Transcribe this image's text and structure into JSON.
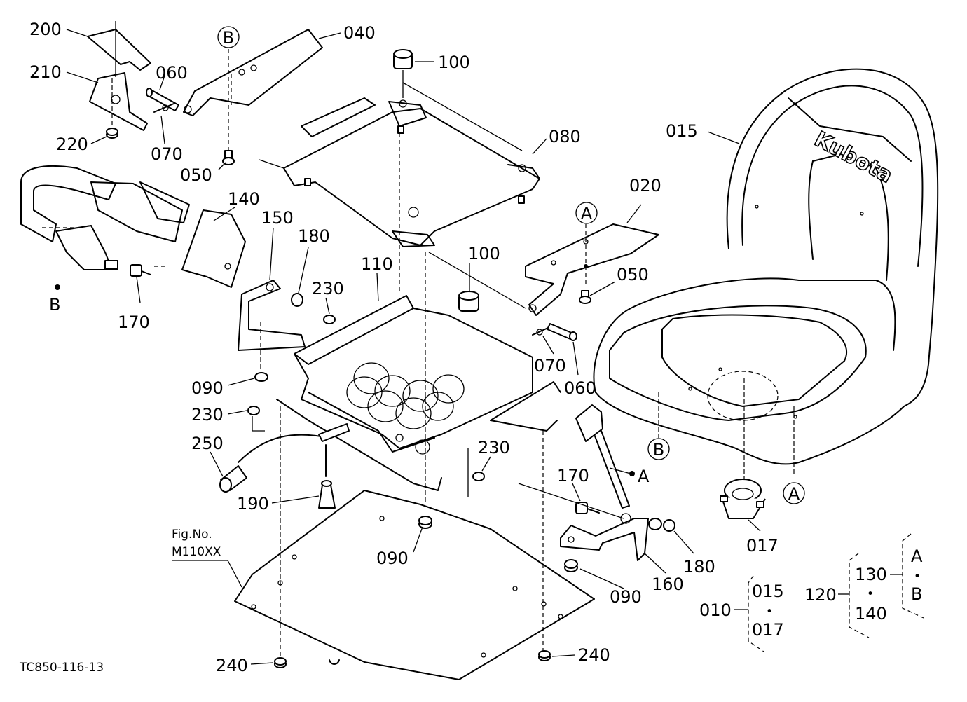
{
  "parts": {
    "p200": "200",
    "p210": "210",
    "p220": "220",
    "p040": "040",
    "p060a": "060",
    "p070a": "070",
    "p050a": "050",
    "p100a": "100",
    "p080": "080",
    "p015": "015",
    "p020": "020",
    "p050b": "050",
    "p140": "140",
    "p150": "150",
    "p180a": "180",
    "p110": "110",
    "p100b": "100",
    "p230a": "230",
    "p170a": "170",
    "p070b": "070",
    "p060b": "060",
    "p090a": "090",
    "p230b": "230",
    "p250": "250",
    "p230c": "230",
    "p190": "190",
    "p170b": "170",
    "p090b": "090",
    "p180b": "180",
    "p160": "160",
    "p090c": "090",
    "p017": "017",
    "p240a": "240",
    "p240b": "240"
  },
  "refs": {
    "b_top": "B",
    "b_belt": "B",
    "a_upper": "A",
    "a_lever": "A",
    "b_seat": "B",
    "a_seat": "A"
  },
  "brand_text": "Kubota",
  "figure_ref": {
    "line1": "Fig.No.",
    "line2": "M110XX"
  },
  "drawing_code": "TC850-116-13",
  "groups": {
    "g010": {
      "parent": "010",
      "top": "015",
      "dot": "•",
      "bottom": "017"
    },
    "g120": {
      "parent": "120",
      "top": "130",
      "dot": "•",
      "bottom": "140"
    },
    "g_ab": {
      "parent": "130",
      "top": "A",
      "dot": "•",
      "bottom": "B"
    }
  }
}
